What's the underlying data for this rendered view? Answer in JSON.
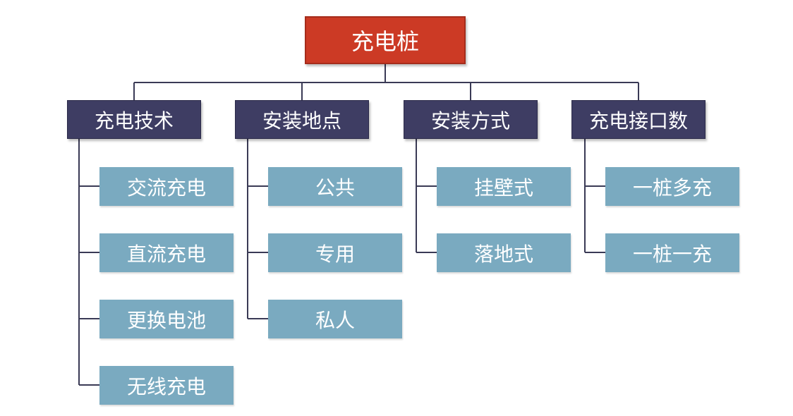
{
  "root": {
    "label": "充电桩"
  },
  "categories": [
    {
      "label": "充电技术",
      "items": [
        "交流充电",
        "直流充电",
        "更换电池",
        "无线充电"
      ]
    },
    {
      "label": "安装地点",
      "items": [
        "公共",
        "专用",
        "私人"
      ]
    },
    {
      "label": "安装方式",
      "items": [
        "挂壁式",
        "落地式"
      ]
    },
    {
      "label": "充电接口数",
      "items": [
        "一桩多充",
        "一桩一充"
      ]
    }
  ],
  "colors": {
    "root": "#cc3a25",
    "category": "#3e3d63",
    "leaf": "#7aaac0",
    "connector": "#3a3a55"
  }
}
